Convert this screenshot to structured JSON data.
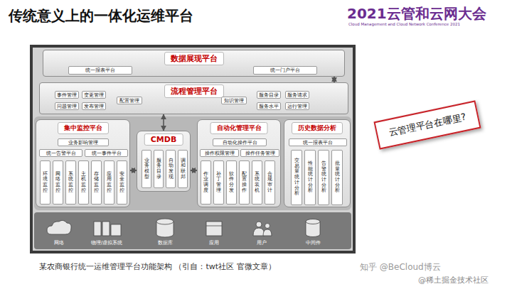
{
  "diagram": {
    "title": "传统意义上的一体化运维平台",
    "caption": "某农商银行统一运维管理平台功能架构 （引自：twt社区 官微文章）",
    "nodes": [
      {
        "text": [
          "数据展现平台"
        ]
      },
      {
        "text": [
          "统一报表平台"
        ],
        "in": 0
      },
      {
        "text": [
          "统一门户平台"
        ],
        "in": 0
      },
      {
        "text": [
          "流程管理平台"
        ]
      },
      {
        "text": [
          "事件管理"
        ],
        "in": 3
      },
      {
        "text": [
          "变更管理"
        ],
        "in": 3
      },
      {
        "text": [
          "问题管理"
        ],
        "in": 3
      },
      {
        "text": [
          "发布管理"
        ],
        "in": 3
      },
      {
        "text": [
          "配置管理"
        ],
        "in": 3
      },
      {
        "text": [
          "知识管理"
        ],
        "in": 3
      },
      {
        "text": [
          "服务目录"
        ],
        "in": 3
      },
      {
        "text": [
          "服务请求"
        ],
        "in": 3
      },
      {
        "text": [
          "服务水平"
        ],
        "in": 3
      },
      {
        "text": [
          "运行管理"
        ],
        "in": 3
      },
      {
        "text": [
          "集中监控平台"
        ]
      },
      {
        "text": [
          "业务影响管理"
        ],
        "in": 14
      },
      {
        "text": [
          "统一告警平台"
        ],
        "in": 14
      },
      {
        "text": [
          "统一事件平台"
        ],
        "in": 14
      },
      {
        "text": [
          "环境监控"
        ],
        "in": 14
      },
      {
        "text": [
          "网络监控"
        ],
        "in": 14
      },
      {
        "text": [
          "系统监控"
        ],
        "in": 14
      },
      {
        "text": [
          "主机监控"
        ],
        "in": 14
      },
      {
        "text": [
          "存储监控"
        ],
        "in": 14
      },
      {
        "text": [
          "应用监控"
        ],
        "in": 14
      },
      {
        "text": [
          "安全监控"
        ],
        "in": 14
      },
      {
        "text": [
          "CMDB"
        ]
      },
      {
        "text": [
          "业务模型"
        ],
        "in": 25
      },
      {
        "text": [
          "服务目录"
        ],
        "in": 25
      },
      {
        "text": [
          "自动发现"
        ],
        "in": 25
      },
      {
        "text": [
          "调和联邦"
        ],
        "in": 25
      },
      {
        "text": [
          "自动化管理平台"
        ]
      },
      {
        "text": [
          "自动化操作平台"
        ],
        "in": 30
      },
      {
        "text": [
          "操作权限管理"
        ],
        "in": 30
      },
      {
        "text": [
          "操作任务管理"
        ],
        "in": 30
      },
      {
        "text": [
          "作业调度"
        ],
        "in": 30
      },
      {
        "text": [
          "补丁管理"
        ],
        "in": 30
      },
      {
        "text": [
          "软件分发"
        ],
        "in": 30
      },
      {
        "text": [
          "配置操作"
        ],
        "in": 30
      },
      {
        "text": [
          "系统装机"
        ],
        "in": 30
      },
      {
        "text": [
          "合规审计"
        ],
        "in": 30
      },
      {
        "text": [
          "历史数据分析"
        ]
      },
      {
        "text": [
          "统一报表平台"
        ],
        "in": 40
      },
      {
        "text": [
          "交易量统计分析"
        ],
        "in": 40
      },
      {
        "text": [
          "性能统计分析"
        ],
        "in": 40
      },
      {
        "text": [
          "告警统计分析"
        ],
        "in": 40
      },
      {
        "text": [
          "批量统计分析"
        ],
        "in": 40
      },
      {
        "text": [
          "云管理平台在哪里?"
        ]
      }
    ],
    "edges": [
      {
        "from": 3,
        "to": 0,
        "arrow": "both"
      },
      {
        "from": 3,
        "to": 25,
        "arrow": "both"
      },
      {
        "from": 14,
        "to": 25,
        "arrow": "both"
      },
      {
        "from": 25,
        "to": 30,
        "arrow": "both"
      }
    ],
    "labels": [
      "2021云管和云网大会",
      "Cloud Management and Cloud Network Conference 2021",
      "网络",
      "物理/虚拟系统",
      "数据库",
      "应用",
      "用户",
      "中间件",
      "知乎 @BeCloud博云",
      "@稀土掘金技术社区"
    ]
  }
}
